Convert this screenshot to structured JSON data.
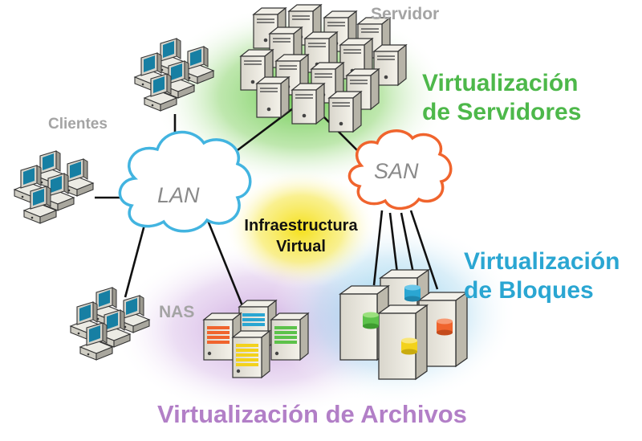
{
  "labels": {
    "servidor": "Servidor",
    "clientes": "Clientes",
    "nas": "NAS",
    "lan": "LAN",
    "san": "SAN",
    "infra_line1": "Infraestructura",
    "infra_line2": "Virtual",
    "virt_serv_line1": "Virtualización",
    "virt_serv_line2": "de Servidores",
    "virt_bloq_line1": "Virtualización",
    "virt_bloq_line2": "de Bloques",
    "virt_arch": "Virtualización de Archivos"
  },
  "colors": {
    "servidores": "#4db84a",
    "bloques": "#2aa6d2",
    "archivos": "#b27fc7",
    "gray": "#a4a4a4",
    "lan_cloud": "#42b4e0",
    "san_cloud": "#f0642d",
    "infra_glow": "#f7e21a"
  }
}
